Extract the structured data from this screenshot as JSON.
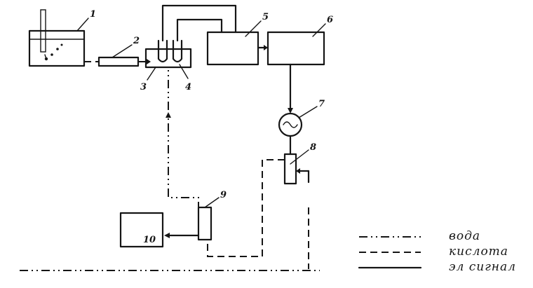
{
  "components": {
    "c1": "1",
    "c2": "2",
    "c3": "3",
    "c4": "4",
    "c5": "5",
    "c6": "6",
    "c7": "7",
    "c8": "8",
    "c9": "9",
    "c10": "10"
  },
  "legend": {
    "water": "вода",
    "acid": "кислота",
    "signal": "эл сигнал"
  }
}
